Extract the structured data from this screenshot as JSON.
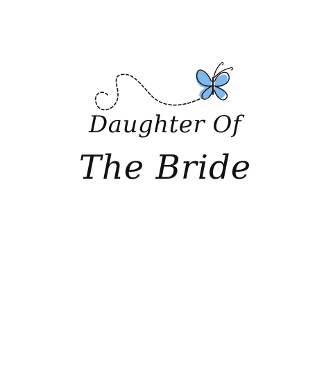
{
  "text": {
    "line1": "Daughter Of",
    "line2": "The Bride"
  },
  "colors": {
    "ink": "#111111",
    "butterfly_fill": "#7fb8ea",
    "background": "#ffffff"
  },
  "icons": {
    "butterfly": "butterfly-icon",
    "flight_path": "dashed-flight-path"
  }
}
